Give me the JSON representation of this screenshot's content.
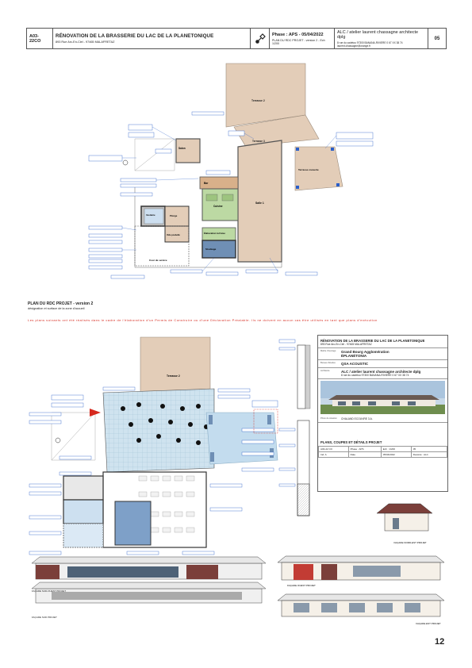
{
  "header": {
    "code": "A03-22CO",
    "project_title": "RÉNOVATION DE LA BRASSERIE DU LAC DE LA PLANETONIQUE",
    "project_address": "893 Rue Arc-En-Ciel - 97465 MALAFRETAZ",
    "phase": "Phase : APS  - 05/04/2022",
    "phase_sub": "PLAN DU RDC PROJET - version 2 - Ech 1/200",
    "architect": "ALC / atelier laurent chassagne architecte dplg",
    "architect_sub": "8 rue du cadetou  97300 BANANA-RIVIERE  0 67 XX 38 74  laurent.chassagne@orange.fr",
    "page_number": "05"
  },
  "plan1": {
    "rooms": {
      "terrasse2": "Terrasse 2",
      "terrasse3": "Terrasse 3",
      "salon": "Salon",
      "bar": "Bar",
      "cuisine": "Cuisine",
      "salle1": "Salle 1",
      "vide_poubelle": "Vide poubelle",
      "cour_service": "Cour de service",
      "vestiaire": "Vestiaire",
      "stockage": "Stockage",
      "elaboration": "Élaboration ta fraise",
      "terrasse_couverte": "Terrasse couverte",
      "plonge": "Plonge"
    }
  },
  "caption": {
    "title": "PLAN DU RDC PROJET - version 2",
    "subtitle": "désignation et surface de la zone d'accueil",
    "warning": "Les plans suivants ont été réalisés dans le cadre de l'élaboration d'un Permis de Construire ou d'une Déclaration Préalable. Ils ne doivent en aucun cas être utilisés en tant que plans d'exécution"
  },
  "plan2": {
    "rooms": {
      "terrasse2": "Terrasse 2"
    }
  },
  "cartouche": {
    "project_label": "Nature du projet",
    "project_title": "RÉNOVATION DE LA BRASSERIE DU LAC DE LA PLANETONIQUE",
    "project_address": "893 Rue Arc-En-Ciel - 97465 MALAFRETAZ",
    "moa_label": "Maître d'ouvrage",
    "moa_value": "Grand Bourg Agglomération",
    "moa2_value": "ÉPLANÉTONIA",
    "bet_label": "Bureau d'études",
    "bet_value": "QSA ACOUSTIC",
    "archi_label": "Architecte",
    "archi_value": "ALC / atelier laurent chassagne architecte dplg",
    "archi_sub": "8 rue du cadetou  97300 BANANA-RIVIERE  0 67 XX 38 74",
    "photo_label": "Photo de situation",
    "photo_caption": "CHALAND ECOUVRE 3.A.",
    "plan_title": "PLANS, COUPES ET DÉTAILS PROJET",
    "row1": [
      "A03-22 CO",
      "Phase : APS",
      "Ech : 1/200",
      "05"
    ],
    "row2": [
      "Ind. A",
      "Date",
      "05/04/2022",
      "Dessiné : ALC"
    ]
  },
  "elevations": {
    "fac1": "FAÇADE NORD-EST PROJET",
    "fac2": "FAÇADE OUEST PROJET",
    "fac3": "FAÇADE SUD-OUEST PROJET",
    "fac4": "FAÇADE EST PROJET",
    "fac5": "FAÇADE SUD PROJET"
  },
  "colors": {
    "terrace": "#e3cdb8",
    "kitchen": "#bcd9a3",
    "storage": "#6f8fb5",
    "deck": "#c3dcee",
    "annot": "#2a5fc9",
    "warning": "#d6291e"
  },
  "page_big": "12"
}
